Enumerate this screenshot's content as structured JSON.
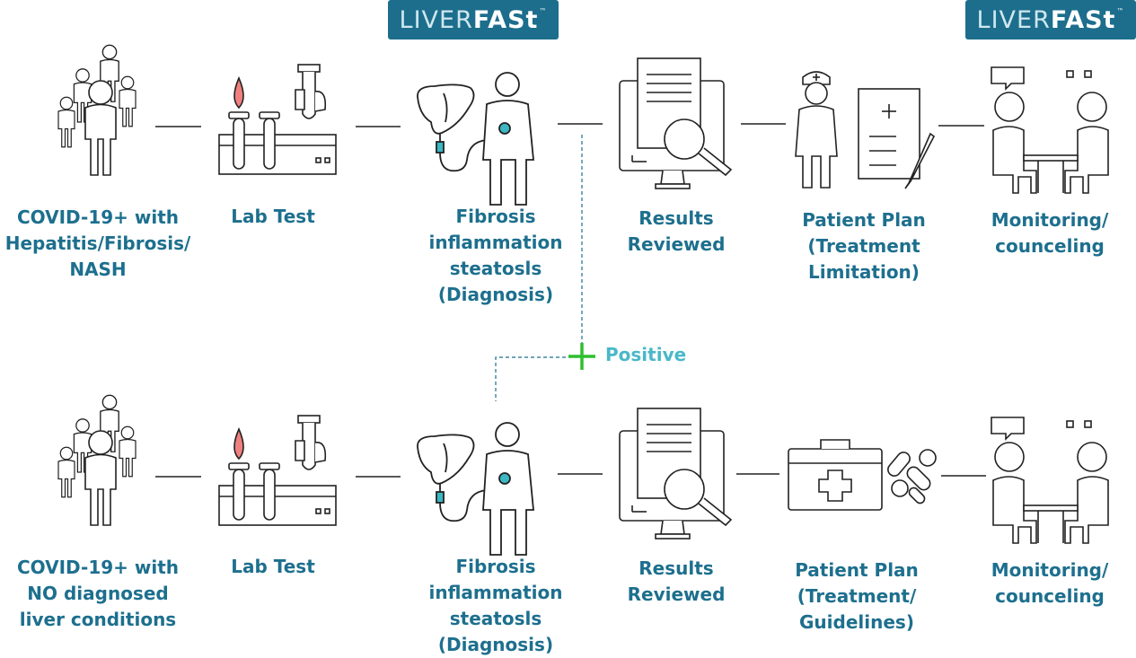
{
  "logos": [
    {
      "thin": "LIVER",
      "bold": "FASt",
      "tm": "™"
    },
    {
      "thin": "LIVER",
      "bold": "FASt",
      "tm": "™"
    }
  ],
  "row1": [
    {
      "label": "COVID-19+ with\nHepatitis/Fibrosis/\nNASH",
      "icon": "people-group-icon"
    },
    {
      "label": "Lab Test",
      "icon": "lab-test-icon"
    },
    {
      "label": "Fibrosis\ninflammation\nsteatosls\n(Diagnosis)",
      "icon": "liver-patient-icon"
    },
    {
      "label": "Results\nReviewed",
      "icon": "results-monitor-icon"
    },
    {
      "label": "Patient Plan\n(Treatment\nLimitation)",
      "icon": "nurse-clipboard-icon"
    },
    {
      "label": "Monitoring/\ncounceling",
      "icon": "counseling-icon"
    }
  ],
  "row2": [
    {
      "label": "COVID-19+ with\nNO diagnosed\nliver conditions",
      "icon": "people-group-icon"
    },
    {
      "label": "Lab Test",
      "icon": "lab-test-icon"
    },
    {
      "label": "Fibrosis\ninflammation\nsteatosls\n(Diagnosis)",
      "icon": "liver-patient-icon"
    },
    {
      "label": "Results\nReviewed",
      "icon": "results-monitor-icon"
    },
    {
      "label": "Patient Plan\n(Treatment/\nGuidelines)",
      "icon": "medkit-pills-icon"
    },
    {
      "label": "Monitoring/\ncounceling",
      "icon": "counseling-icon"
    }
  ],
  "positive_label": "Positive",
  "colors": {
    "brand": "#1c6e8c",
    "label": "#1d6f8e",
    "positive_text": "#4ab8c8",
    "plus": "#2fbf2f",
    "blood": "#f08080",
    "accent": "#3bb8c4",
    "line": "#222222"
  }
}
